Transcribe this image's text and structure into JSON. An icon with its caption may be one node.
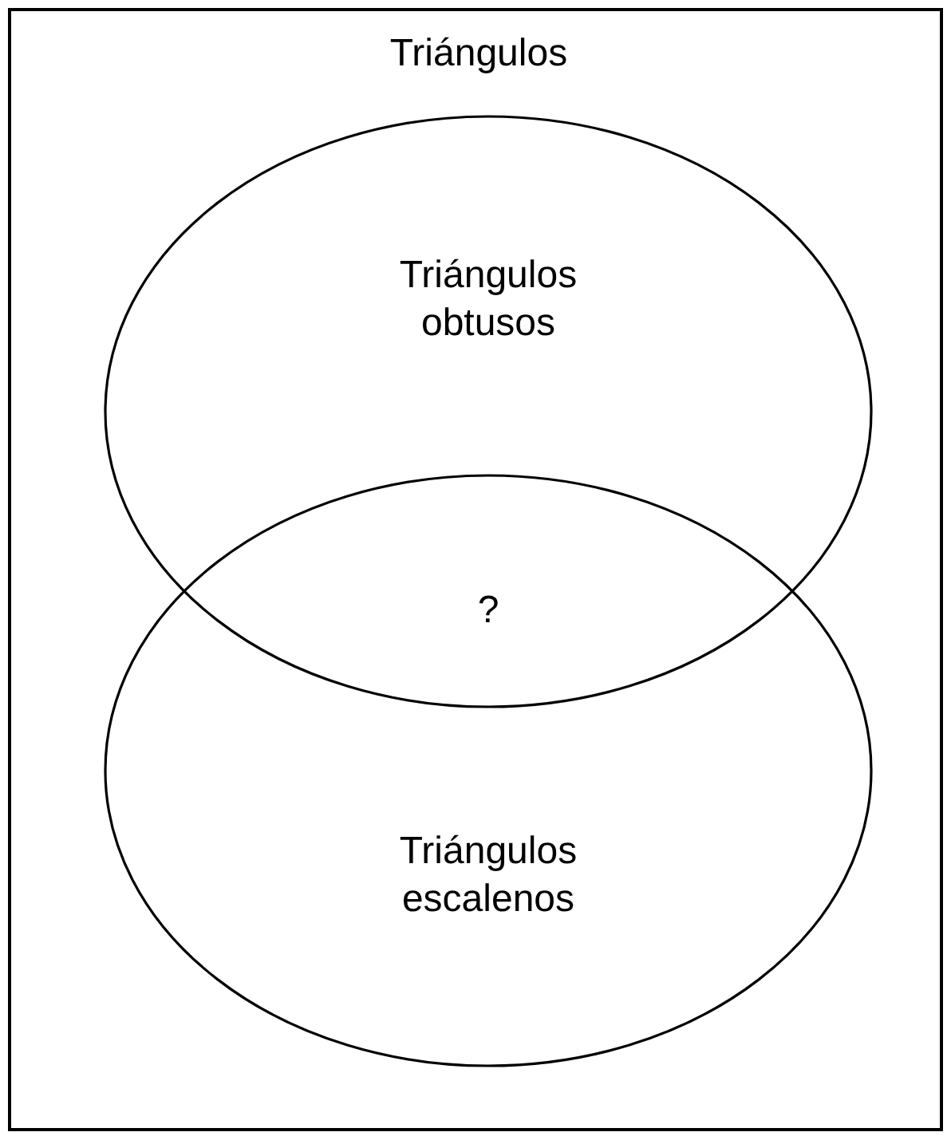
{
  "diagram": {
    "nodes": [
      {
        "text": [
          "Triángulos"
        ]
      },
      {
        "text": [
          "Triángulos obtusos"
        ],
        "in": 0
      },
      {
        "text": [
          "Triángulos escalenos"
        ],
        "in": 0
      }
    ],
    "labels": [
      "?"
    ]
  }
}
